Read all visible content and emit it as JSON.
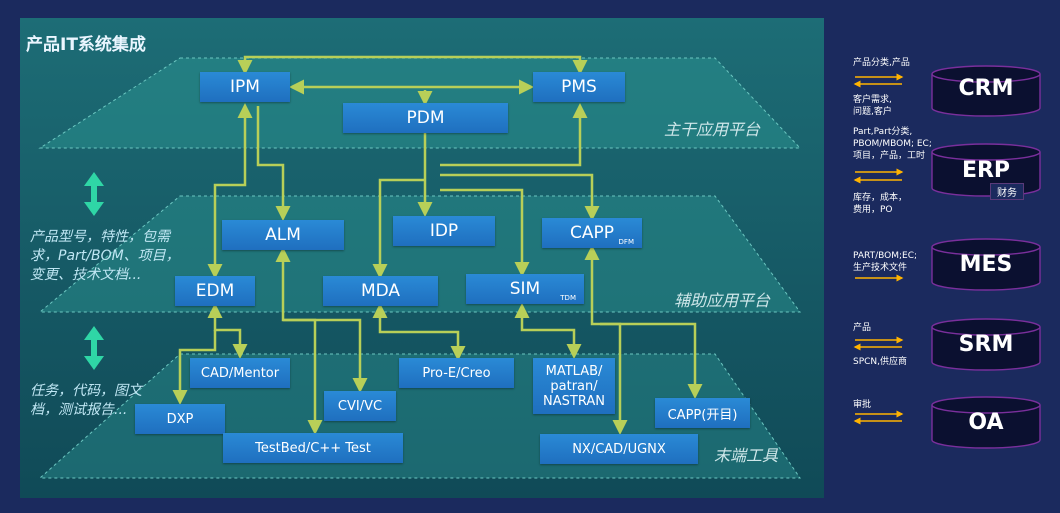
{
  "title": "产品IT系统集成",
  "planes": {
    "top": "主干应用平台",
    "middle": "辅助应用平台",
    "bottom": "末端工具"
  },
  "side_notes": {
    "upper": [
      "产品型号，特性，包需",
      "求，Part/BOM、项目，",
      "变更、技术文档..."
    ],
    "lower": [
      "任务，代码，图文",
      "档，测试报告..."
    ]
  },
  "systems": {
    "ipm": "IPM",
    "pms": "PMS",
    "pdm": "PDM",
    "alm": "ALM",
    "idp": "IDP",
    "capp": "CAPP",
    "capp_sub": "DFM",
    "edm": "EDM",
    "mda": "MDA",
    "sim": "SIM",
    "sim_sub": "TDM"
  },
  "tools": {
    "cad_mentor": "CAD/Mentor",
    "dxp": "DXP",
    "testbed": "TestBed/C++ Test",
    "cvi": "CVI/VC",
    "proe": "Pro-E/Creo",
    "matlab": [
      "MATLAB/",
      "patran/",
      "NASTRAN"
    ],
    "capp_tool": "CAPP(开目)",
    "nx": "NX/CAD/UGNX"
  },
  "external": [
    {
      "name": "CRM",
      "labels_above": [
        "产品分类,产品"
      ],
      "labels_below": [
        "客户需求,",
        "问题,客户"
      ]
    },
    {
      "name": "ERP",
      "labels_above": [
        "Part,Part分类,",
        "PBOM/MBOM; EC;",
        "项目，产品，工时"
      ],
      "labels_below": [
        "库存，成本，",
        "费用，PO"
      ],
      "tag": "财务"
    },
    {
      "name": "MES",
      "labels_above": [
        "PART/BOM;EC;",
        "生产技术文件"
      ],
      "labels_below": []
    },
    {
      "name": "SRM",
      "labels_above": [
        "产品"
      ],
      "labels_below": [
        "SPCN,供应商"
      ]
    },
    {
      "name": "OA",
      "labels_above": [
        "审批"
      ],
      "labels_below": []
    }
  ],
  "colors": {
    "connector": "#b8cf58",
    "arrow": "#ffb300",
    "layer_arrow": "#2fd6a6",
    "cylinder_border": "#7a2f9c"
  }
}
